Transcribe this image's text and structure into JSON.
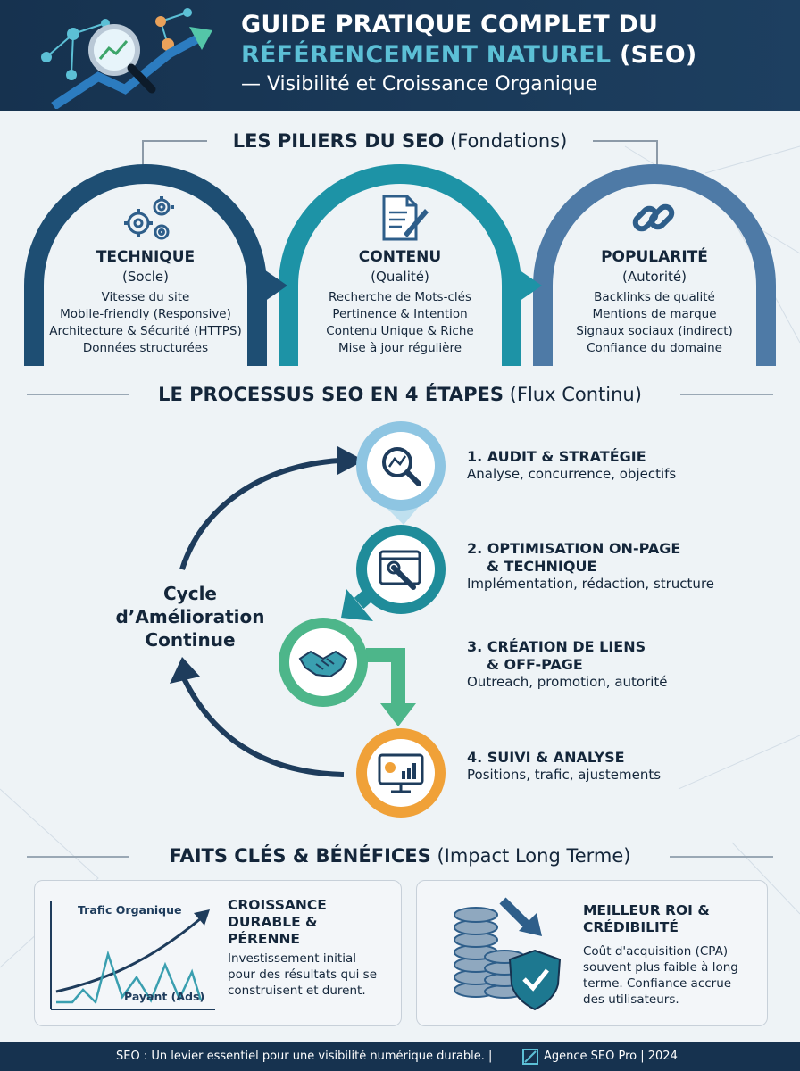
{
  "header": {
    "title_line1": "GUIDE PRATIQUE COMPLET DU",
    "title_line2_accent": "RÉFÉRENCEMENT NATUREL",
    "title_line2_rest": "(SEO)",
    "subtitle": "— Visibilité et Croissance Organique"
  },
  "pillars": {
    "title": "LES PILIERS DU SEO",
    "subtitle": "(Fondations)",
    "items": [
      {
        "name": "TECHNIQUE",
        "role": "(Socle)",
        "icon": "gears-icon",
        "points": [
          "Vitesse du site",
          "Mobile-friendly (Responsive)",
          "Architecture & Sécurité (HTTPS)",
          "Données structurées"
        ]
      },
      {
        "name": "CONTENU",
        "role": "(Qualité)",
        "icon": "document-pen-icon",
        "points": [
          "Recherche de Mots-clés",
          "Pertinence & Intention",
          "Contenu Unique & Riche",
          "Mise à jour régulière"
        ]
      },
      {
        "name": "POPULARITÉ",
        "role": "(Autorité)",
        "icon": "chain-link-icon",
        "points": [
          "Backlinks de qualité",
          "Mentions de marque",
          "Signaux sociaux (indirect)",
          "Confiance du domaine"
        ]
      }
    ]
  },
  "process": {
    "title": "LE PROCESSUS SEO EN 4 ÉTAPES",
    "subtitle": "(Flux Continu)",
    "cycle_label": [
      "Cycle",
      "d’Amélioration",
      "Continue"
    ],
    "steps": [
      {
        "title": [
          "1. AUDIT & STRATÉGIE"
        ],
        "desc": "Analyse, concurrence, objectifs",
        "icon": "magnifier-chart-icon",
        "color": "#8ec5e2"
      },
      {
        "title": [
          "2. OPTIMISATION ON-PAGE",
          "& TECHNIQUE"
        ],
        "desc": "Implémentation, rédaction, structure",
        "icon": "browser-wrench-icon",
        "color": "#1f8c9a"
      },
      {
        "title": [
          "3. CRÉATION DE LIENS",
          "& OFF-PAGE"
        ],
        "desc": "Outreach, promotion, autorité",
        "icon": "handshake-icon",
        "color": "#4db68a"
      },
      {
        "title": [
          "4. SUIVI & ANALYSE"
        ],
        "desc": "Positions, trafic, ajustements",
        "icon": "monitor-analytics-icon",
        "color": "#f0a138"
      }
    ]
  },
  "facts": {
    "title": "FAITS CLÉS & BÉNÉFICES",
    "subtitle": "(Impact Long Terme)",
    "card1": {
      "title": [
        "CROISSANCE",
        "DURABLE &",
        "PÉRENNE"
      ],
      "text": [
        "Investissement initial",
        "pour des résultats qui se",
        "construisent et durent."
      ],
      "chart_organic_label": "Trafic Organique",
      "chart_paid_label": "Payant (Ads)"
    },
    "card2": {
      "title": [
        "MEILLEUR ROI &",
        "CRÉDIBILITÉ"
      ],
      "text": [
        "Coût d'acquisition (CPA)",
        "souvent plus faible à long",
        "terme. Confiance accrue",
        "des utilisateurs."
      ]
    }
  },
  "footer": {
    "tagline": "SEO : Un levier essentiel pour une visibilité numérique durable. |",
    "agency": "Agence SEO Pro | 2024"
  },
  "colors": {
    "navy": "#16324f",
    "pillar1": "#1e4e73",
    "pillar2": "#1d93a6",
    "pillar3": "#4e7aa6",
    "step1": "#8ec5e2",
    "step2": "#1f8c9a",
    "step3": "#4db68a",
    "step4": "#f0a138"
  }
}
